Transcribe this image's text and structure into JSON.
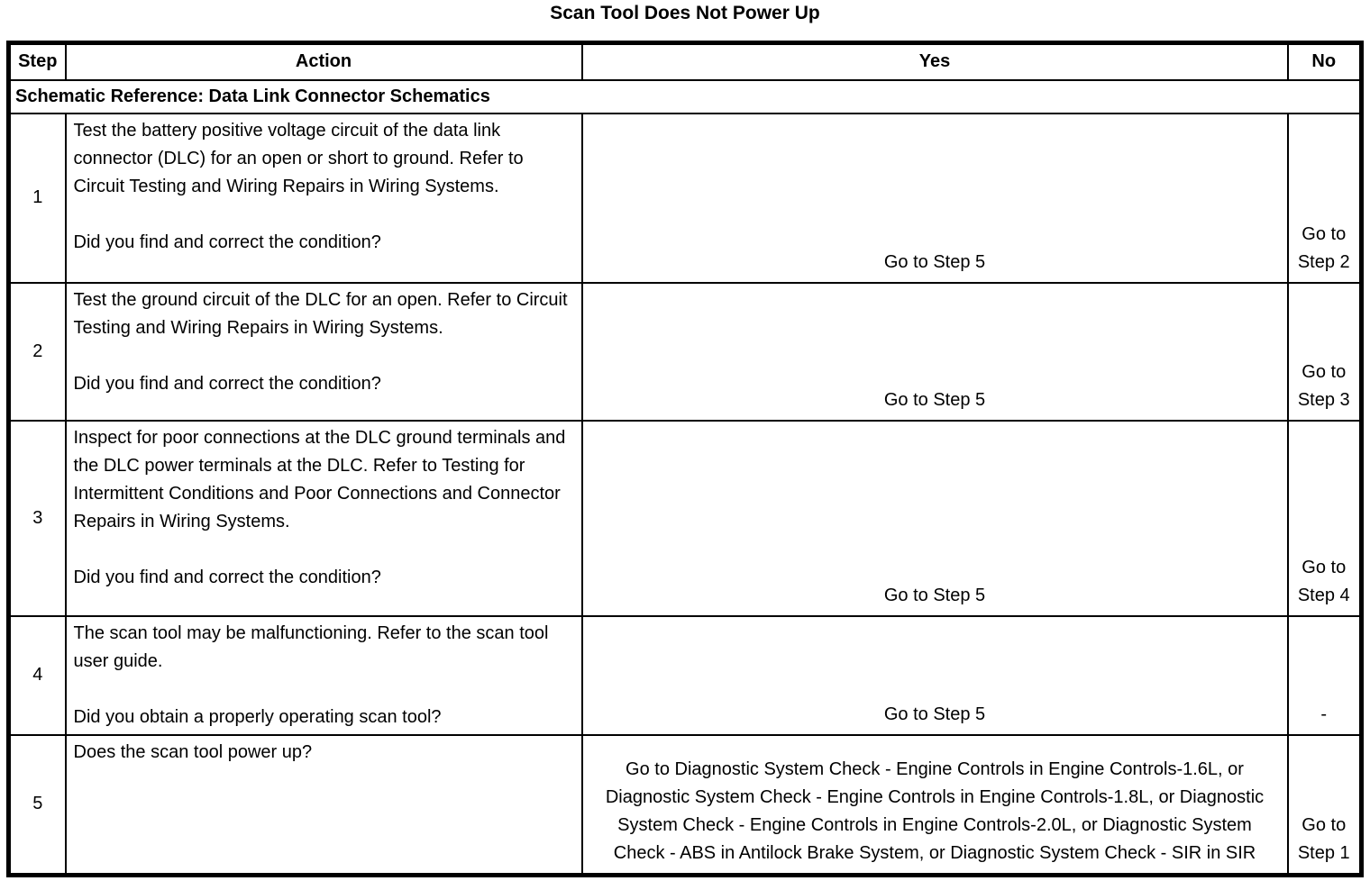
{
  "title": "Scan Tool Does Not Power Up",
  "colors": {
    "text": "#000000",
    "background": "#ffffff",
    "border": "#000000"
  },
  "table": {
    "headers": {
      "step": "Step",
      "action": "Action",
      "yes": "Yes",
      "no": "No"
    },
    "schematic_reference": "Schematic Reference: Data Link Connector Schematics",
    "rows": [
      {
        "step": "1",
        "action": "Test the battery positive voltage circuit of the data link connector (DLC) for an open or short to ground. Refer to Circuit Testing and Wiring Repairs in Wiring Systems.",
        "question": "Did you find and correct the condition?",
        "yes": "Go to Step 5",
        "no": "Go to Step 2"
      },
      {
        "step": "2",
        "action": "Test the ground circuit of the DLC for an open. Refer to Circuit Testing and Wiring Repairs in Wiring Systems.",
        "question": "Did you find and correct the condition?",
        "yes": "Go to Step 5",
        "no": "Go to Step 3"
      },
      {
        "step": "3",
        "action": "Inspect for poor connections at the DLC ground terminals and the DLC power terminals at the DLC. Refer to Testing for Intermittent Conditions and Poor Connections and Connector Repairs in Wiring Systems.",
        "question": "Did you find and correct the condition?",
        "yes": "Go to Step 5",
        "no": "Go to Step 4"
      },
      {
        "step": "4",
        "action": "The scan tool may be malfunctioning. Refer to the scan tool user guide.",
        "question": "Did you obtain a properly operating scan tool?",
        "yes": "Go to Step 5",
        "no": "-"
      },
      {
        "step": "5",
        "action": "Does the scan tool power up?",
        "question": "",
        "yes": "Go to Diagnostic System Check - Engine Controls in Engine Controls-1.6L, or Diagnostic System Check - Engine Controls in Engine Controls-1.8L, or Diagnostic System Check - Engine Controls in Engine Controls-2.0L, or Diagnostic System Check - ABS in Antilock Brake System, or Diagnostic System Check - SIR in SIR",
        "no": "Go to Step 1"
      }
    ]
  }
}
